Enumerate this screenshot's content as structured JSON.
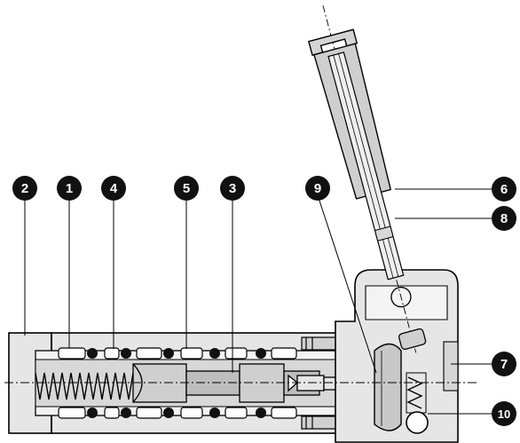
{
  "diagram": {
    "callouts": [
      "1",
      "2",
      "3",
      "4",
      "5",
      "6",
      "7",
      "8",
      "9",
      "10"
    ]
  },
  "colors": {
    "body": "#e6e6e6",
    "body_dark": "#cfcfcf",
    "outline": "#000000",
    "callout_fill": "#111111",
    "callout_text": "#ffffff",
    "background": "#ffffff"
  }
}
